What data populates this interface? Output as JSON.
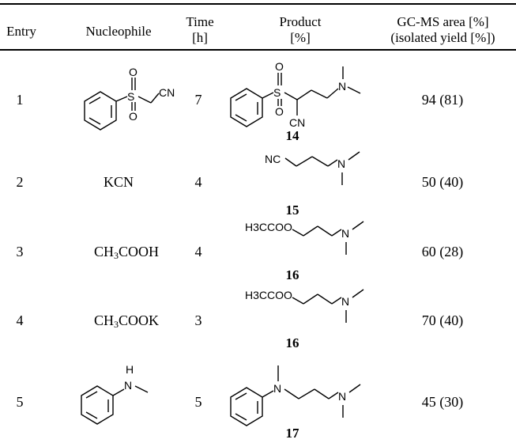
{
  "headers": {
    "entry": "Entry",
    "nucleophile": "Nucleophile",
    "time_line1": "Time",
    "time_line2": "[h]",
    "product_line1": "Product",
    "product_line2": "[%]",
    "gcms_line1": "GC-MS area [%]",
    "gcms_line2": "(isolated yield [%])"
  },
  "rows": [
    {
      "entry": "1",
      "nucleophile": "",
      "time": "7",
      "compound": "14",
      "yield": "94 (81)"
    },
    {
      "entry": "2",
      "nucleophile": "KCN",
      "time": "4",
      "compound": "15",
      "yield": "50 (40)"
    },
    {
      "entry": "3",
      "nucleophile_main": "CH",
      "nucleophile_sub": "3",
      "nucleophile_tail": "COOH",
      "time": "4",
      "compound": "16",
      "yield": "60 (28)"
    },
    {
      "entry": "4",
      "nucleophile_main": "CH",
      "nucleophile_sub": "3",
      "nucleophile_tail": "COOK",
      "time": "3",
      "compound": "16",
      "yield": "70 (40)"
    },
    {
      "entry": "5",
      "nucleophile": "",
      "time": "5",
      "compound": "17",
      "yield": "45 (30)"
    }
  ],
  "structure_labels": {
    "o": "O",
    "s": "S",
    "cn": "CN",
    "n": "N",
    "nc": "NC",
    "h": "H",
    "h3ccoo": "H3CCOO"
  }
}
